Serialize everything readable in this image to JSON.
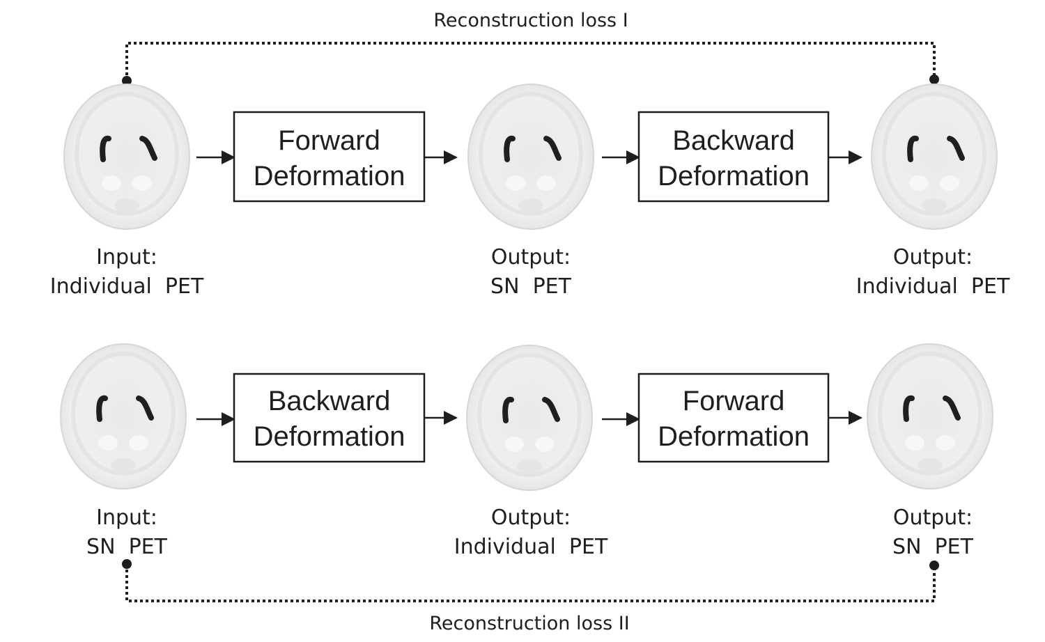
{
  "top_row": {
    "input": {
      "line1": "Input:",
      "line2": "Individual  PET"
    },
    "block1": {
      "line1": "Forward",
      "line2": "Deformation"
    },
    "middle": {
      "line1": "Output:",
      "line2": "SN  PET"
    },
    "block2": {
      "line1": "Backward",
      "line2": "Deformation"
    },
    "output": {
      "line1": "Output:",
      "line2": "Individual  PET"
    },
    "loss_label": "Reconstruction  loss  I"
  },
  "bottom_row": {
    "input": {
      "line1": "Input:",
      "line2": "SN  PET"
    },
    "block1": {
      "line1": "Backward",
      "line2": "Deformation"
    },
    "middle": {
      "line1": "Output:",
      "line2": "Individual  PET"
    },
    "block2": {
      "line1": "Forward",
      "line2": "Deformation"
    },
    "output": {
      "line1": "Output:",
      "line2": "SN  PET"
    },
    "loss_label": "Reconstruction  loss  II"
  },
  "colors": {
    "line": "#1e1e1e",
    "brain_fill": "#eceeed",
    "brain_edge": "#d3d6d4",
    "striatum": "#1f1f1f"
  }
}
